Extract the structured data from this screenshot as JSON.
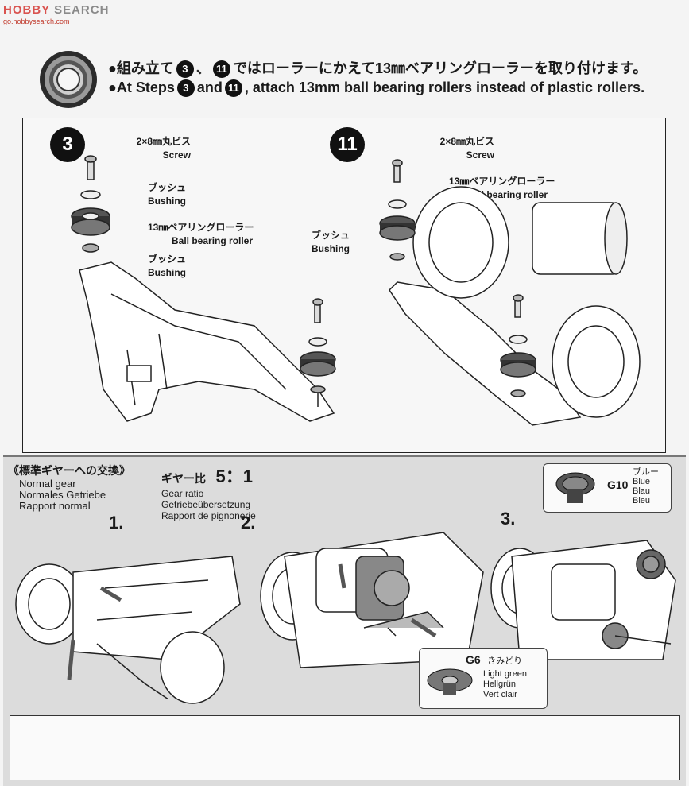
{
  "watermark": {
    "brand": "HOBBY",
    "brand_suffix": "SEARCH",
    "url": "go.hobbysearch.com"
  },
  "notice": {
    "jp_bullet": "●組み立て",
    "jp_step_a": "3",
    "jp_sep": "、",
    "jp_step_b": "11",
    "jp_rest": "ではローラーにかえて13㎜ベアリングローラーを取り付けます。",
    "en_bullet": "●At Steps",
    "en_step_a": "3",
    "en_and": "and",
    "en_step_b": "11",
    "en_rest": ", attach 13mm ball bearing rollers instead of plastic rollers."
  },
  "step3": {
    "number": "3",
    "screw_jp": "2×8㎜丸ビス",
    "screw_en": "Screw",
    "bushing_top_jp": "ブッシュ",
    "bushing_top_en": "Bushing",
    "roller_jp": "13㎜ベアリングローラー",
    "roller_en": "Ball bearing roller",
    "bushing_bottom_jp": "ブッシュ",
    "bushing_bottom_en": "Bushing"
  },
  "step11": {
    "number": "11",
    "screw_jp": "2×8㎜丸ビス",
    "screw_en": "Screw",
    "roller_jp": "13㎜ベアリングローラー",
    "roller_en": "Ball bearing roller",
    "bushing_jp": "ブッシュ",
    "bushing_en": "Bushing"
  },
  "gear": {
    "title_jp": "《標準ギヤーへの交換》",
    "title_en": "Normal gear",
    "title_de": "Normales Getriebe",
    "title_fr": "Rapport normal",
    "ratio_jp": "ギヤー比",
    "ratio_value": "5：1",
    "ratio_en": "Gear ratio",
    "ratio_de": "Getriebeübersetzung",
    "ratio_fr": "Rapport de pignonerie",
    "steps": [
      "1.",
      "2.",
      "3."
    ],
    "g10": {
      "code": "G10",
      "jp": "ブルー",
      "en": "Blue",
      "de": "Blau",
      "fr": "Bleu"
    },
    "g6": {
      "code": "G6",
      "jp": "きみどり",
      "en": "Light green",
      "de": "Hellgrün",
      "fr": "Vert clair"
    }
  }
}
